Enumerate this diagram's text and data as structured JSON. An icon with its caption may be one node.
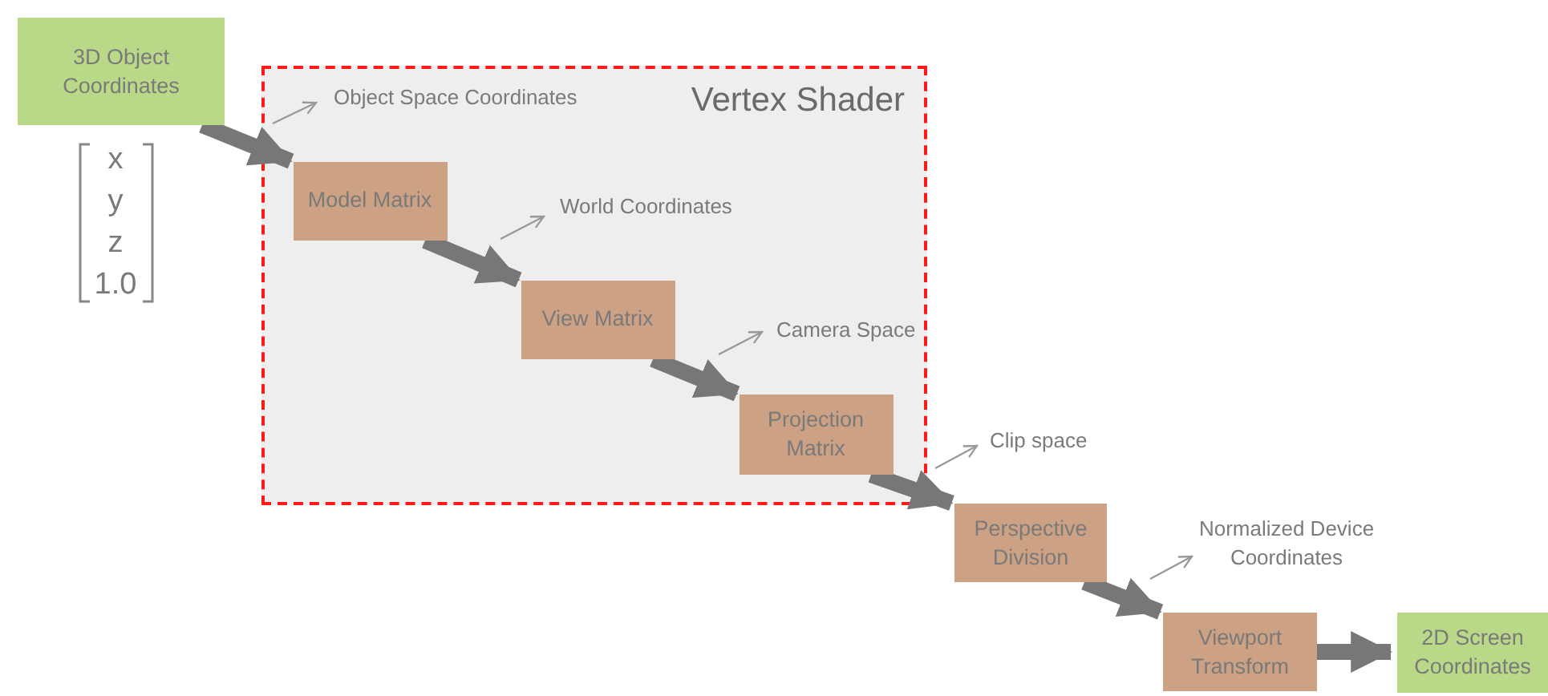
{
  "diagram": {
    "nodes": [
      {
        "text": [
          "3D Object Coordinates"
        ]
      },
      {
        "text": [
          "Vertex Shader"
        ]
      },
      {
        "text": [
          "Model Matrix"
        ],
        "in": 1
      },
      {
        "text": [
          "View Matrix"
        ],
        "in": 1
      },
      {
        "text": [
          "Projection Matrix"
        ],
        "in": 1
      },
      {
        "text": [
          "Perspective Division"
        ]
      },
      {
        "text": [
          "Viewport Transform"
        ]
      },
      {
        "text": [
          "2D Screen Coordinates"
        ]
      }
    ],
    "edges": [
      {
        "from": 0,
        "to": 2,
        "arrow": "to",
        "label": "Object Space Coordinates"
      },
      {
        "from": 2,
        "to": 3,
        "arrow": "to",
        "label": "World Coordinates"
      },
      {
        "from": 3,
        "to": 4,
        "arrow": "to",
        "label": "Camera Space"
      },
      {
        "from": 4,
        "to": 5,
        "arrow": "to",
        "label": "Clip space"
      },
      {
        "from": 5,
        "to": 6,
        "arrow": "to",
        "label": "Normalized Device Coordinates"
      },
      {
        "from": 6,
        "to": 7,
        "arrow": "to"
      }
    ],
    "labels": [
      "x",
      "y",
      "z",
      "1.0"
    ]
  }
}
